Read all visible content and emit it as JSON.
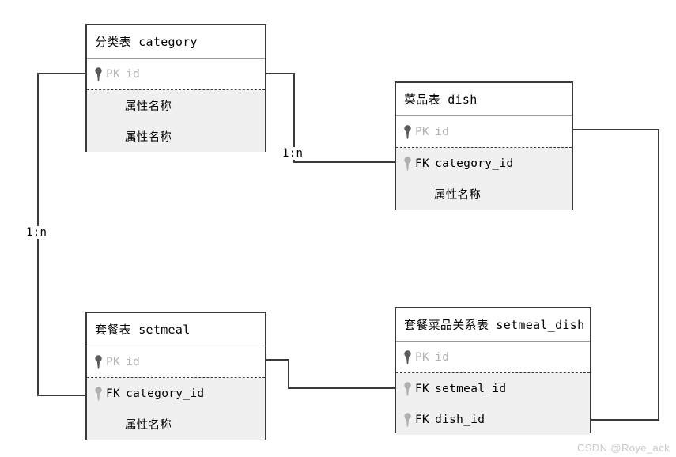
{
  "diagram": {
    "type": "er-diagram",
    "watermark": "CSDN @Roye_ack",
    "colors": {
      "border": "#3a3a3a",
      "attr_fill": "#f0f0f0",
      "header_fill": "#ffffff",
      "pk_key_icon": "#5a5a5a",
      "fk_key_icon": "#b0b0b0",
      "pk_text": "#b3b3b3",
      "line": "#3a3a3a",
      "watermark": "#c8c8c8"
    },
    "entities": [
      {
        "id": "category",
        "title": "分类表 category",
        "pk_rows": [
          {
            "tag": "PK",
            "name": "id",
            "key": "pk-key-icon"
          }
        ],
        "attr_rows": [
          {
            "tag": "",
            "name": "属性名称"
          },
          {
            "tag": "",
            "name": "属性名称"
          }
        ]
      },
      {
        "id": "dish",
        "title": "菜品表 dish",
        "pk_rows": [
          {
            "tag": "PK",
            "name": "id",
            "key": "pk-key-icon"
          }
        ],
        "attr_rows": [
          {
            "tag": "FK",
            "name": "category_id",
            "key": "fk-key-icon"
          },
          {
            "tag": "",
            "name": "属性名称"
          }
        ]
      },
      {
        "id": "setmeal",
        "title": "套餐表 setmeal",
        "pk_rows": [
          {
            "tag": "PK",
            "name": "id",
            "key": "pk-key-icon"
          }
        ],
        "attr_rows": [
          {
            "tag": "FK",
            "name": "category_id",
            "key": "fk-key-icon"
          },
          {
            "tag": "",
            "name": "属性名称"
          }
        ]
      },
      {
        "id": "setmeal_dish",
        "title": "套餐菜品关系表 setmeal_dish",
        "pk_rows": [
          {
            "tag": "PK",
            "name": "id",
            "key": "pk-key-icon"
          }
        ],
        "attr_rows": [
          {
            "tag": "FK",
            "name": "setmeal_id",
            "key": "fk-key-icon"
          },
          {
            "tag": "FK",
            "name": "dish_id",
            "key": "fk-key-icon"
          }
        ]
      }
    ],
    "relationships": [
      {
        "id": "category-dish",
        "label": "1:n"
      },
      {
        "id": "category-setmeal",
        "label": "1:n"
      },
      {
        "id": "setmeal-setmealdish",
        "label": ""
      },
      {
        "id": "dish-setmealdish",
        "label": ""
      }
    ]
  }
}
